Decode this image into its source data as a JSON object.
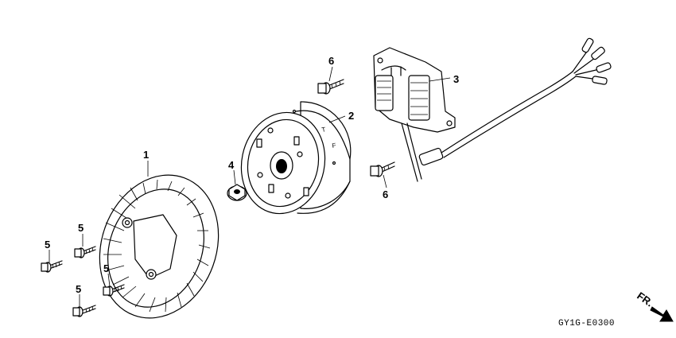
{
  "callouts": {
    "part_1": "1",
    "part_2": "2",
    "part_3": "3",
    "part_4": "4",
    "part_5a": "5",
    "part_5b": "5",
    "part_5c": "5",
    "part_5d": "5",
    "part_6a": "6",
    "part_6b": "6"
  },
  "rotor_marks": {
    "t_mark": "T",
    "f_mark": "F"
  },
  "front_indicator": "FR.",
  "diagram_code": "GY1G-E0300"
}
